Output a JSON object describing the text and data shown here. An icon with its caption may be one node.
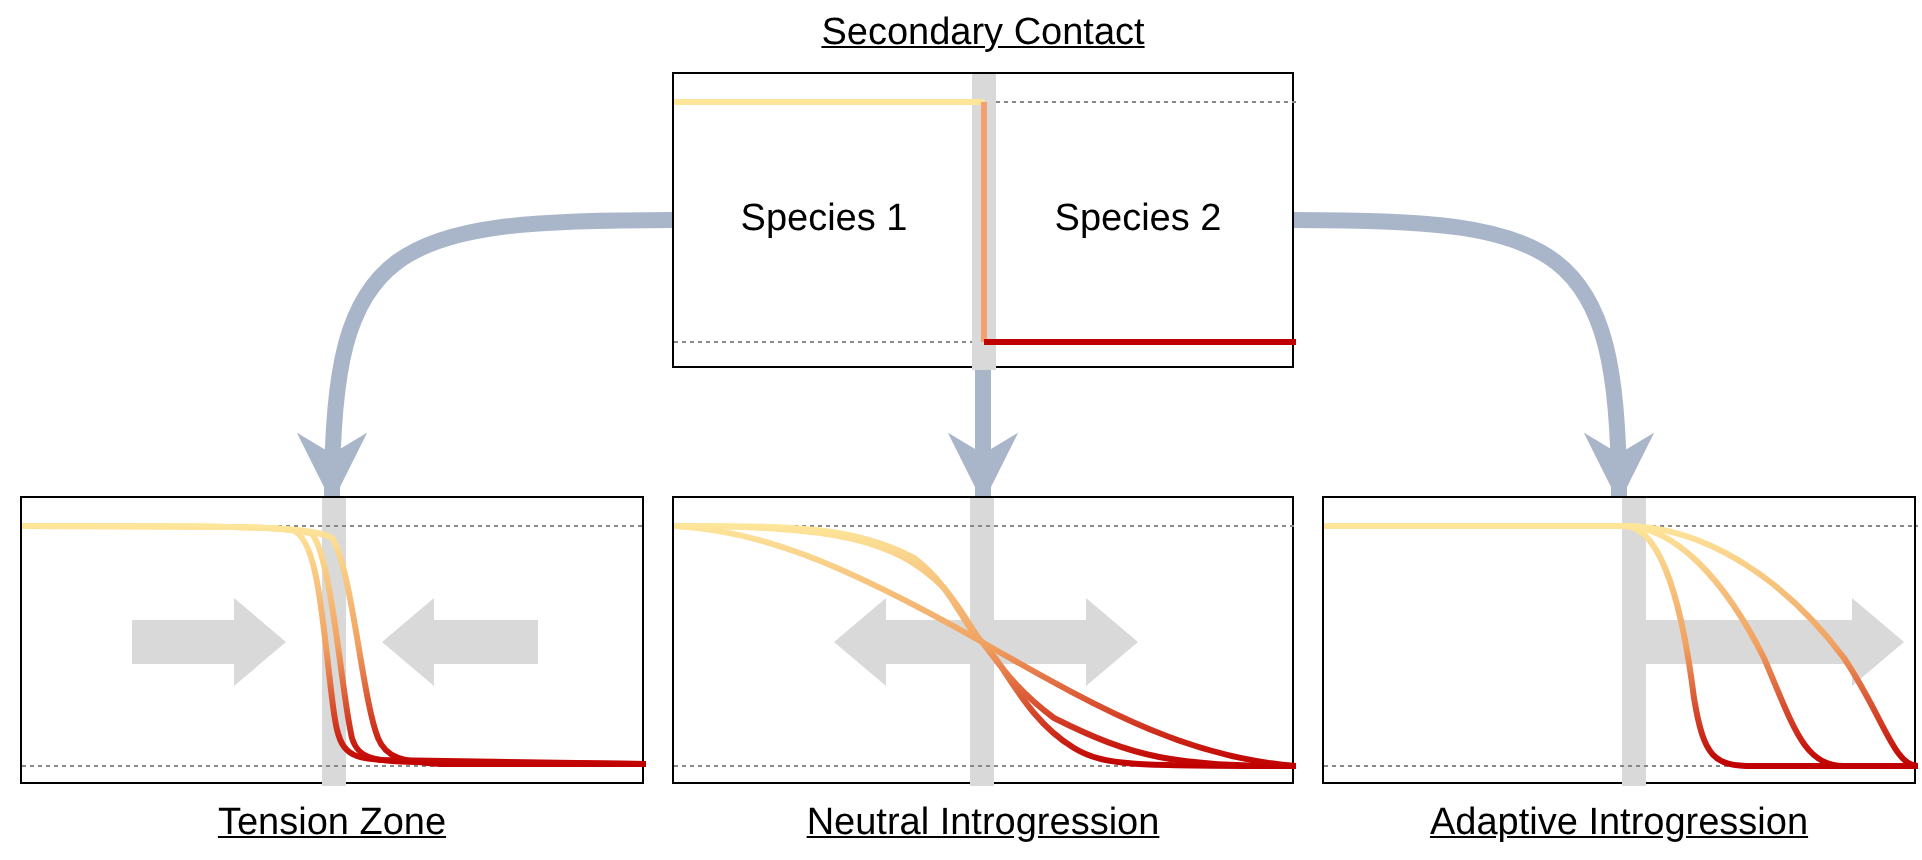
{
  "diagram": {
    "nodes": [
      {
        "text": [
          "Secondary Contact",
          "Species 1",
          "Species 2"
        ]
      },
      {
        "text": [
          "Tension Zone"
        ]
      },
      {
        "text": [
          "Neutral Introgression"
        ]
      },
      {
        "text": [
          "Adaptive Introgression"
        ]
      }
    ],
    "edges": [
      {
        "from": 0,
        "to": 1,
        "arrow": "to"
      },
      {
        "from": 0,
        "to": 2,
        "arrow": "to"
      },
      {
        "from": 0,
        "to": 3,
        "arrow": "to"
      }
    ]
  }
}
